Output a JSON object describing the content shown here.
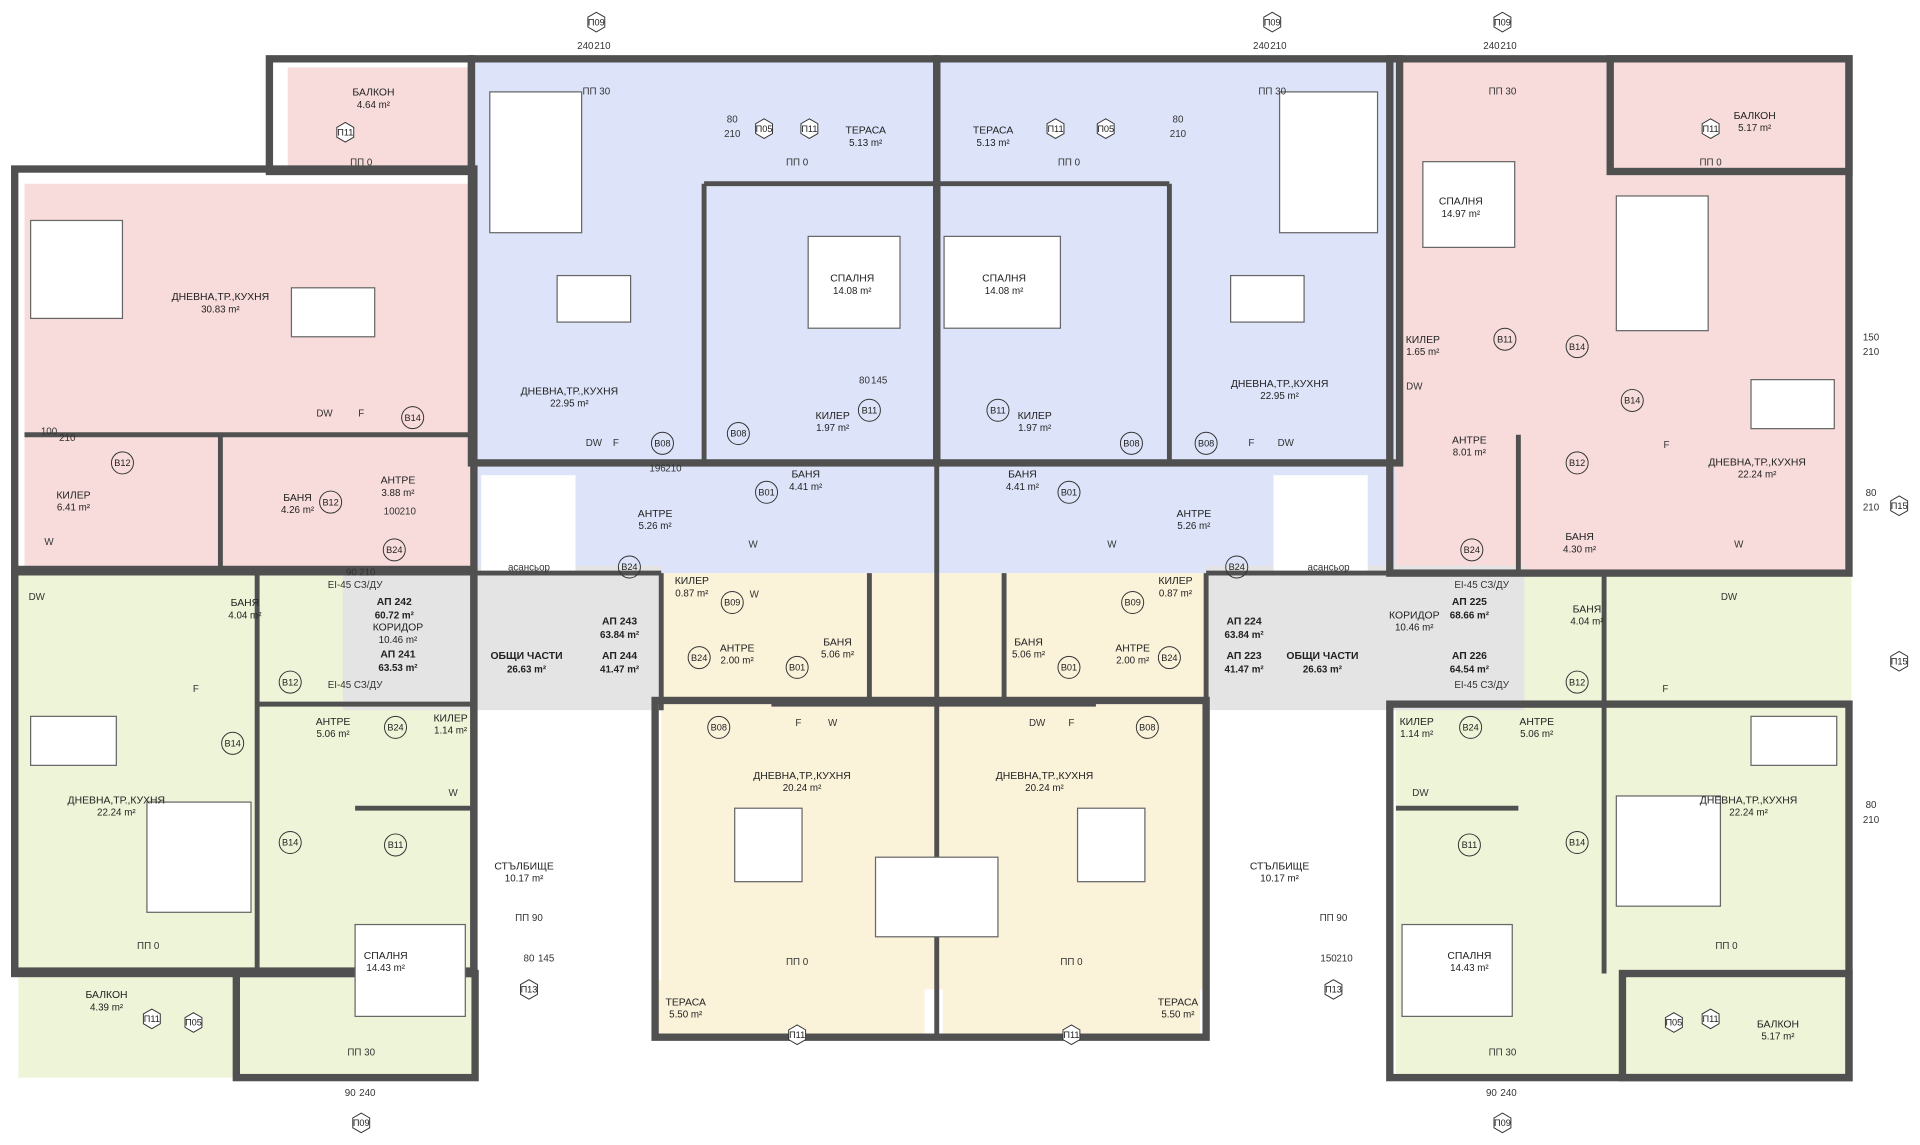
{
  "colors": {
    "unit_pink": "#f7dcdb",
    "unit_blue": "#dde4fa",
    "unit_green": "#eef4d7",
    "unit_yellow": "#fbf2da",
    "common": "#e4e4e4",
    "wall": "#505050"
  },
  "rooms": [
    {
      "name": "БАЛКОН",
      "area": "4.64 m²"
    },
    {
      "name": "ДНЕВНА,ТР.,КУХНЯ",
      "area": "30.83 m²"
    },
    {
      "name": "КИЛЕР",
      "area": "6.41 m²"
    },
    {
      "name": "БАНЯ",
      "area": "4.26 m²"
    },
    {
      "name": "АНТРЕ",
      "area": "3.88 m²"
    },
    {
      "name": "ДНЕВНА,ТР.,КУХНЯ",
      "area": "22.95 m²"
    },
    {
      "name": "ТЕРАСА",
      "area": "5.13 m²"
    },
    {
      "name": "СПАЛНЯ",
      "area": "14.08 m²"
    },
    {
      "name": "КИЛЕР",
      "area": "1.97 m²"
    },
    {
      "name": "БАНЯ",
      "area": "4.41 m²"
    },
    {
      "name": "АНТРЕ",
      "area": "5.26 m²"
    },
    {
      "name": "ТЕРАСА",
      "area": "5.13 m²"
    },
    {
      "name": "СПАЛНЯ",
      "area": "14.08 m²"
    },
    {
      "name": "КИЛЕР",
      "area": "1.97 m²"
    },
    {
      "name": "БАНЯ",
      "area": "4.41 m²"
    },
    {
      "name": "АНТРЕ",
      "area": "5.26 m²"
    },
    {
      "name": "ДНЕВНА,ТР.,КУХНЯ",
      "area": "22.95 m²"
    },
    {
      "name": "БАЛКОН",
      "area": "5.17 m²"
    },
    {
      "name": "СПАЛНЯ",
      "area": "14.97 m²"
    },
    {
      "name": "КИЛЕР",
      "area": "1.65 m²"
    },
    {
      "name": "АНТРЕ",
      "area": "8.01 m²"
    },
    {
      "name": "ДНЕВНА,ТР.,КУХНЯ",
      "area": "22.24 m²"
    },
    {
      "name": "БАНЯ",
      "area": "4.30 m²"
    },
    {
      "name": "КОРИДОР",
      "area": "10.46 m²"
    },
    {
      "name": "КОРИДОР",
      "area": "10.46 m²"
    },
    {
      "name": "БАНЯ",
      "area": "4.04 m²"
    },
    {
      "name": "АНТРЕ",
      "area": "5.06 m²"
    },
    {
      "name": "КИЛЕР",
      "area": "1.14 m²"
    },
    {
      "name": "ДНЕВНА,ТР.,КУХНЯ",
      "area": "22.24 m²"
    },
    {
      "name": "СПАЛНЯ",
      "area": "14.43 m²"
    },
    {
      "name": "БАЛКОН",
      "area": "4.39 m²"
    },
    {
      "name": "СТЪЛБИЩЕ",
      "area": "10.17 m²"
    },
    {
      "name": "КИЛЕР",
      "area": "0.87 m²"
    },
    {
      "name": "АНТРЕ",
      "area": "2.00 m²"
    },
    {
      "name": "БАНЯ",
      "area": "5.06 m²"
    },
    {
      "name": "ДНЕВНА,ТР.,КУХНЯ",
      "area": "20.24 m²"
    },
    {
      "name": "ТЕРАСА",
      "area": "5.50 m²"
    },
    {
      "name": "КИЛЕР",
      "area": "0.87 m²"
    },
    {
      "name": "АНТРЕ",
      "area": "2.00 m²"
    },
    {
      "name": "БАНЯ",
      "area": "5.06 m²"
    },
    {
      "name": "ДНЕВНА,ТР.,КУХНЯ",
      "area": "20.24 m²"
    },
    {
      "name": "ТЕРАСА",
      "area": "5.50 m²"
    },
    {
      "name": "КИЛЕР",
      "area": "1.14 m²"
    },
    {
      "name": "АНТРЕ",
      "area": "5.06 m²"
    },
    {
      "name": "БАНЯ",
      "area": "4.04 m²"
    },
    {
      "name": "ДНЕВНА,ТР.,КУХНЯ",
      "area": "22.24 m²"
    },
    {
      "name": "СПАЛНЯ",
      "area": "14.43 m²"
    },
    {
      "name": "БАЛКОН",
      "area": "5.17 m²"
    },
    {
      "name": "СТЪЛБИЩЕ",
      "area": "10.17 m²"
    }
  ],
  "apartments": [
    {
      "name": "АП 242",
      "area": "60.72 m²"
    },
    {
      "name": "АП 241",
      "area": "63.53 m²"
    },
    {
      "name": "ОБЩИ ЧАСТИ",
      "area": "26.63 m²"
    },
    {
      "name": "АП 243",
      "area": "63.84 m²"
    },
    {
      "name": "АП 244",
      "area": "41.47 m²"
    },
    {
      "name": "АП 224",
      "area": "63.84 m²"
    },
    {
      "name": "АП 223",
      "area": "41.47 m²"
    },
    {
      "name": "ОБЩИ ЧАСТИ",
      "area": "26.63 m²"
    },
    {
      "name": "АП 225",
      "area": "68.66 m²"
    },
    {
      "name": "АП 226",
      "area": "64.54 m²"
    }
  ],
  "tags": [
    "П09",
    "П09",
    "П09",
    "П09",
    "П09",
    "П11",
    "П11",
    "П11",
    "П11",
    "П11",
    "П11",
    "П11",
    "П11",
    "П05",
    "П05",
    "П05",
    "П05",
    "П13",
    "П13",
    "П15",
    "П15",
    "B12",
    "B12",
    "B12",
    "B12",
    "B12",
    "B14",
    "B14",
    "B14",
    "B14",
    "B14",
    "B14",
    "B24",
    "B24",
    "B24",
    "B24",
    "B24",
    "B24",
    "B24",
    "B24",
    "B08",
    "B08",
    "B08",
    "B08",
    "B08",
    "B08",
    "B11",
    "B11",
    "B11",
    "B11",
    "B11",
    "B01",
    "B01",
    "B01",
    "B01",
    "B09",
    "B09"
  ],
  "labels": [
    "ПП 30",
    "ПП 30",
    "ПП 30",
    "ПП 30",
    "ПП 30",
    "ПП 0",
    "ПП 0",
    "ПП 0",
    "ПП 0",
    "ПП 0",
    "ПП 0",
    "ПП 0",
    "ПП 0",
    "ПП 90",
    "ПП 90",
    "асансьор",
    "асансьор",
    "EI-45 СЗ/ДУ",
    "EI-45 СЗ/ДУ",
    "EI-45 СЗ/ДУ",
    "EI-45 СЗ/ДУ",
    "DW",
    "F",
    "W",
    "DW",
    "F",
    "DW",
    "F",
    "W",
    "F",
    "DW",
    "W",
    "DW",
    "W",
    "F",
    "DW",
    "F",
    "W",
    "DW",
    "F",
    "W",
    "DW",
    "F",
    "W"
  ],
  "dimensions": [
    "240",
    "210",
    "240",
    "210",
    "240",
    "210",
    "90",
    "240",
    "90",
    "240",
    "80",
    "210",
    "80",
    "210",
    "100",
    "210",
    "100",
    "210",
    "90",
    "210",
    "196",
    "210",
    "80",
    "145",
    "80",
    "145",
    "150",
    "210",
    "150",
    "210",
    "80",
    "210",
    "80",
    "210"
  ]
}
